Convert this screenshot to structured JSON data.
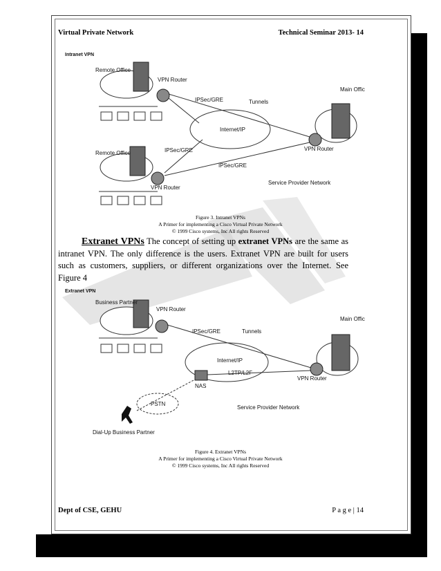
{
  "header": {
    "left": "Virtual Private Network",
    "right": "Technical Seminar 2013- 14"
  },
  "figure3": {
    "title": "Intranet VPN",
    "remote_office_1": "Remote Office",
    "remote_office_2": "Remote Office",
    "vpn_router_1": "VPN Router",
    "vpn_router_2": "VPN Router",
    "vpn_router_main": "VPN Router",
    "ipsec_gre_1": "IPSec/GRE",
    "ipsec_gre_2": "IPSec/GRE",
    "ipsec_gre_3": "IPSec/GRE",
    "tunnels": "Tunnels",
    "internet": "Internet/IP",
    "main_office": "Main Office",
    "spn": "Service Provider Network",
    "caption": [
      "Figure 3. Intranet VPNs",
      "A Primer for implementing a Cisco Virtual Private Network",
      "© 1999 Cisco systems, Inc All rights Reserved"
    ]
  },
  "paragraph": {
    "lead": "Extranet VPNs",
    "part1": " The concept of setting up ",
    "bold": "extranet VPNs",
    "part2": " are the same as intranet VPN.  The only difference is the users.  Extranet VPN are built for users such as customers, suppliers, or different organizations over the Internet.  See Figure 4"
  },
  "figure4": {
    "title": "Extranet VPN",
    "business_partner": "Business Partner",
    "vpn_router_1": "VPN Router",
    "vpn_router_main": "VPN Router",
    "ipsec_gre": "IPSec/GRE",
    "tunnels": "Tunnels",
    "internet": "Internet/IP",
    "l2tp": "L2TP/L2F",
    "nas": "NAS",
    "pstn": "PSTN",
    "main_office": "Main Office",
    "spn": "Service Provider Network",
    "dialup": "Dial-Up Business Partner",
    "caption": [
      "Figure 4. Extranet VPNs",
      "A Primer for implementing a Cisco Virtual Private Network",
      "© 1999 Cisco systems, Inc All rights Reserved"
    ]
  },
  "footer": {
    "left": "Dept of CSE, GEHU",
    "right": "P a g e  | 14"
  }
}
